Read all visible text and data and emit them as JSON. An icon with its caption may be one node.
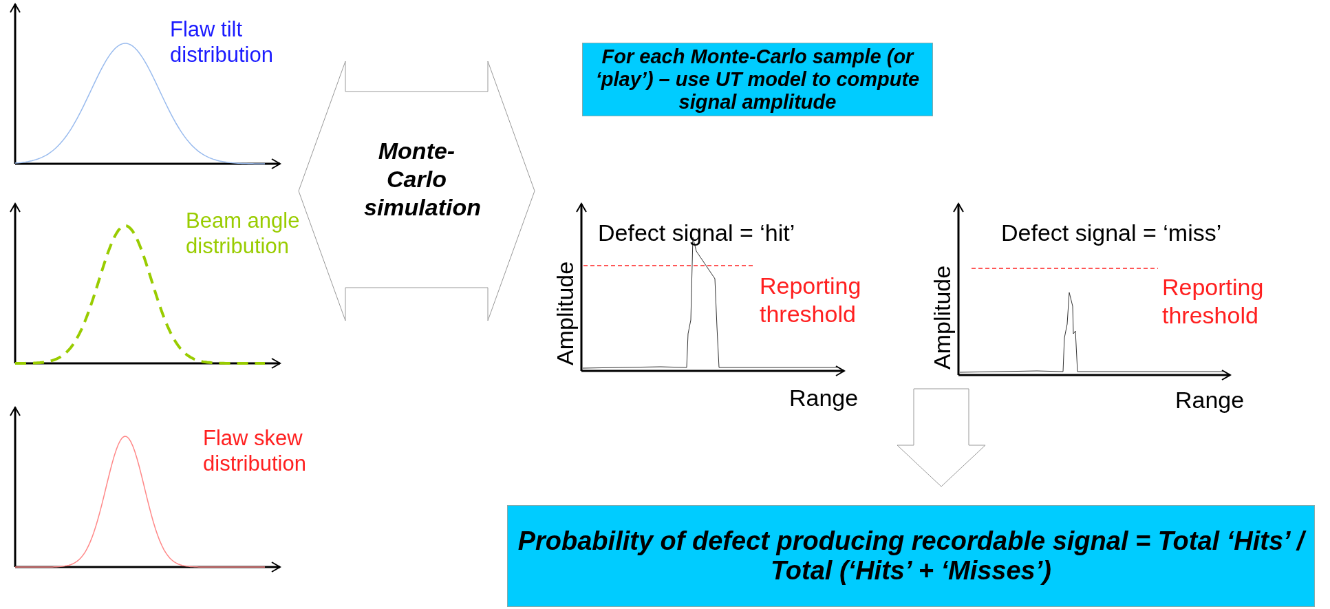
{
  "diagram": {
    "nodes": [
      {
        "text": [
          "Flaw tilt distribution"
        ]
      },
      {
        "text": [
          "Beam angle distribution"
        ]
      },
      {
        "text": [
          "Flaw skew distribution"
        ]
      },
      {
        "text": [
          "Monte-Carlo simulation"
        ]
      },
      {
        "text": [
          "For each Monte-Carlo sample (or ‘play’) – use UT model to compute signal amplitude"
        ]
      },
      {
        "text": [
          "Defect signal = ‘hit’",
          "Amplitude",
          "Reporting threshold",
          "Range"
        ]
      },
      {
        "text": [
          "Defect signal = ‘miss’",
          "Amplitude",
          "Reporting threshold",
          "Range"
        ]
      },
      {
        "text": [
          "Probability of defect producing recordable signal = Total ‘Hits’ / Total (‘Hits’ + ‘Misses’)"
        ]
      }
    ],
    "edges": [
      {
        "from": 5,
        "to": 7,
        "arrow": "to"
      },
      {
        "from": 6,
        "to": 7,
        "arrow": "to"
      }
    ]
  }
}
